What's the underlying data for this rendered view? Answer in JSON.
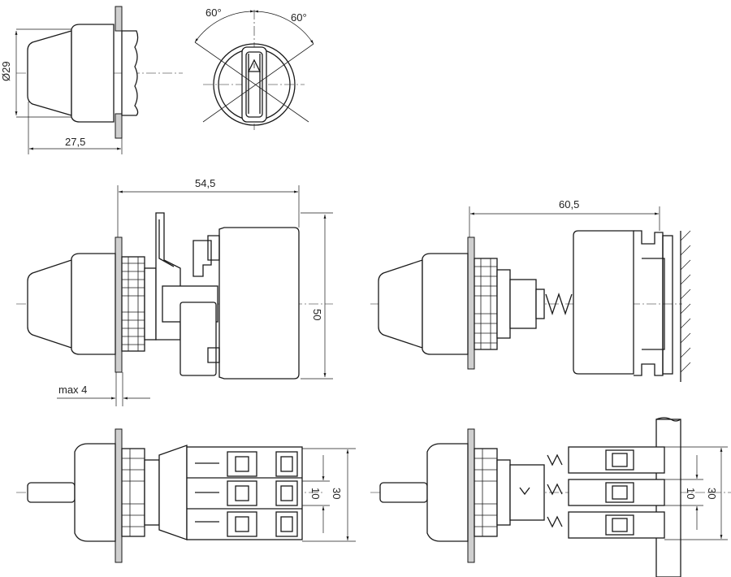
{
  "dimensions": {
    "diameter": "Ø29",
    "depth_front": "27,5",
    "angle_left": "60°",
    "angle_right": "60°",
    "depth_side": "54,5",
    "height_side": "50",
    "panel_thickness": "max 4",
    "depth_rail": "60,5",
    "pitch_a": "10",
    "height_a": "30",
    "pitch_b": "10",
    "height_b": "30"
  },
  "symbols": {
    "knob_mark": "triangle-icon"
  }
}
